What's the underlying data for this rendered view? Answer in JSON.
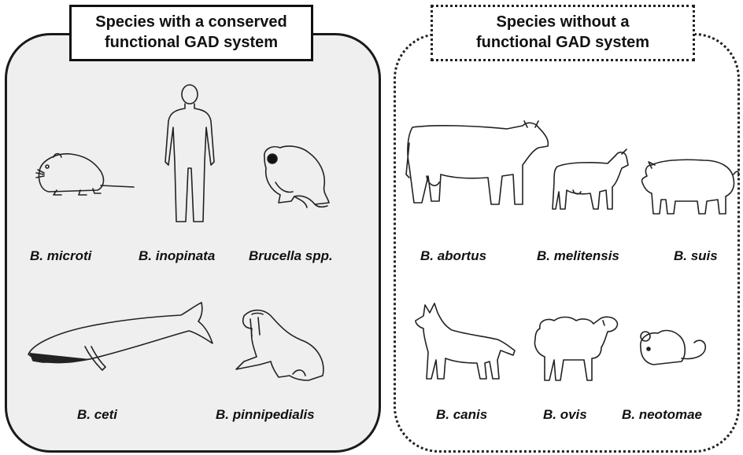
{
  "left_panel": {
    "title_lines": [
      "Species with a conserved",
      "functional GAD system"
    ],
    "species": [
      "B. microti",
      "B. inopinata",
      "Brucella spp.",
      "B. ceti",
      "B. pinnipedialis"
    ]
  },
  "right_panel": {
    "title_lines": [
      "Species without a",
      "functional GAD system"
    ],
    "species": [
      "B. abortus",
      "B. melitensis",
      "B. suis",
      "B. canis",
      "B. ovis",
      "B. neotomae"
    ]
  },
  "icons": [
    "vole-icon",
    "human-icon",
    "frog-icon",
    "whale-icon",
    "walrus-icon",
    "cow-icon",
    "goat-icon",
    "pig-icon",
    "dog-icon",
    "sheep-icon",
    "mouse-icon"
  ],
  "colors": {
    "left_fill": "#efefef",
    "line": "#1a1a1a",
    "background": "#ffffff"
  }
}
